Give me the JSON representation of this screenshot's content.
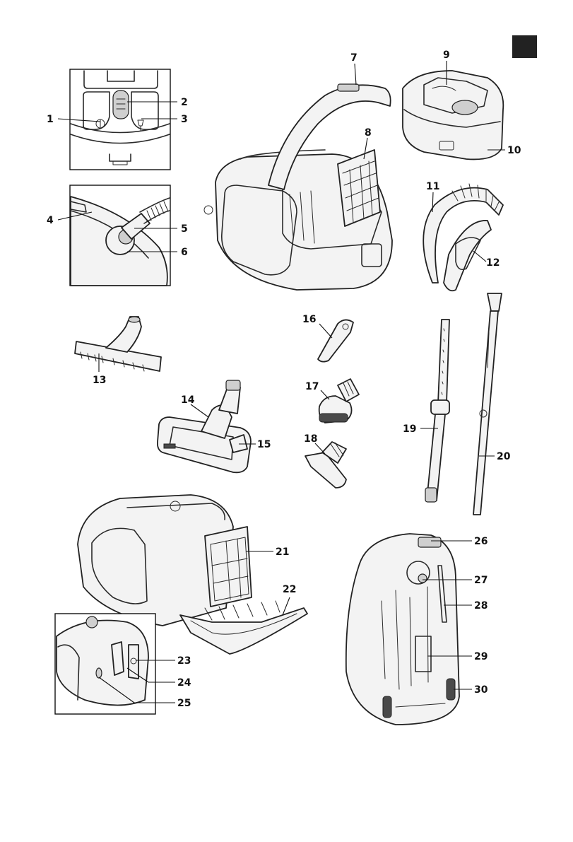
{
  "language_tab": {
    "color": "#222222"
  },
  "callouts": {
    "c1": "1",
    "c2": "2",
    "c3": "3",
    "c4": "4",
    "c5": "5",
    "c6": "6",
    "c7": "7",
    "c8": "8",
    "c9": "9",
    "c10": "10",
    "c11": "11",
    "c12": "12",
    "c13": "13",
    "c14": "14",
    "c15": "15",
    "c16": "16",
    "c17": "17",
    "c18": "18",
    "c19": "19",
    "c20": "20",
    "c21": "21",
    "c22": "22",
    "c23": "23",
    "c24": "24",
    "c25": "25",
    "c26": "26",
    "c27": "27",
    "c28": "28",
    "c29": "29",
    "c30": "30"
  }
}
